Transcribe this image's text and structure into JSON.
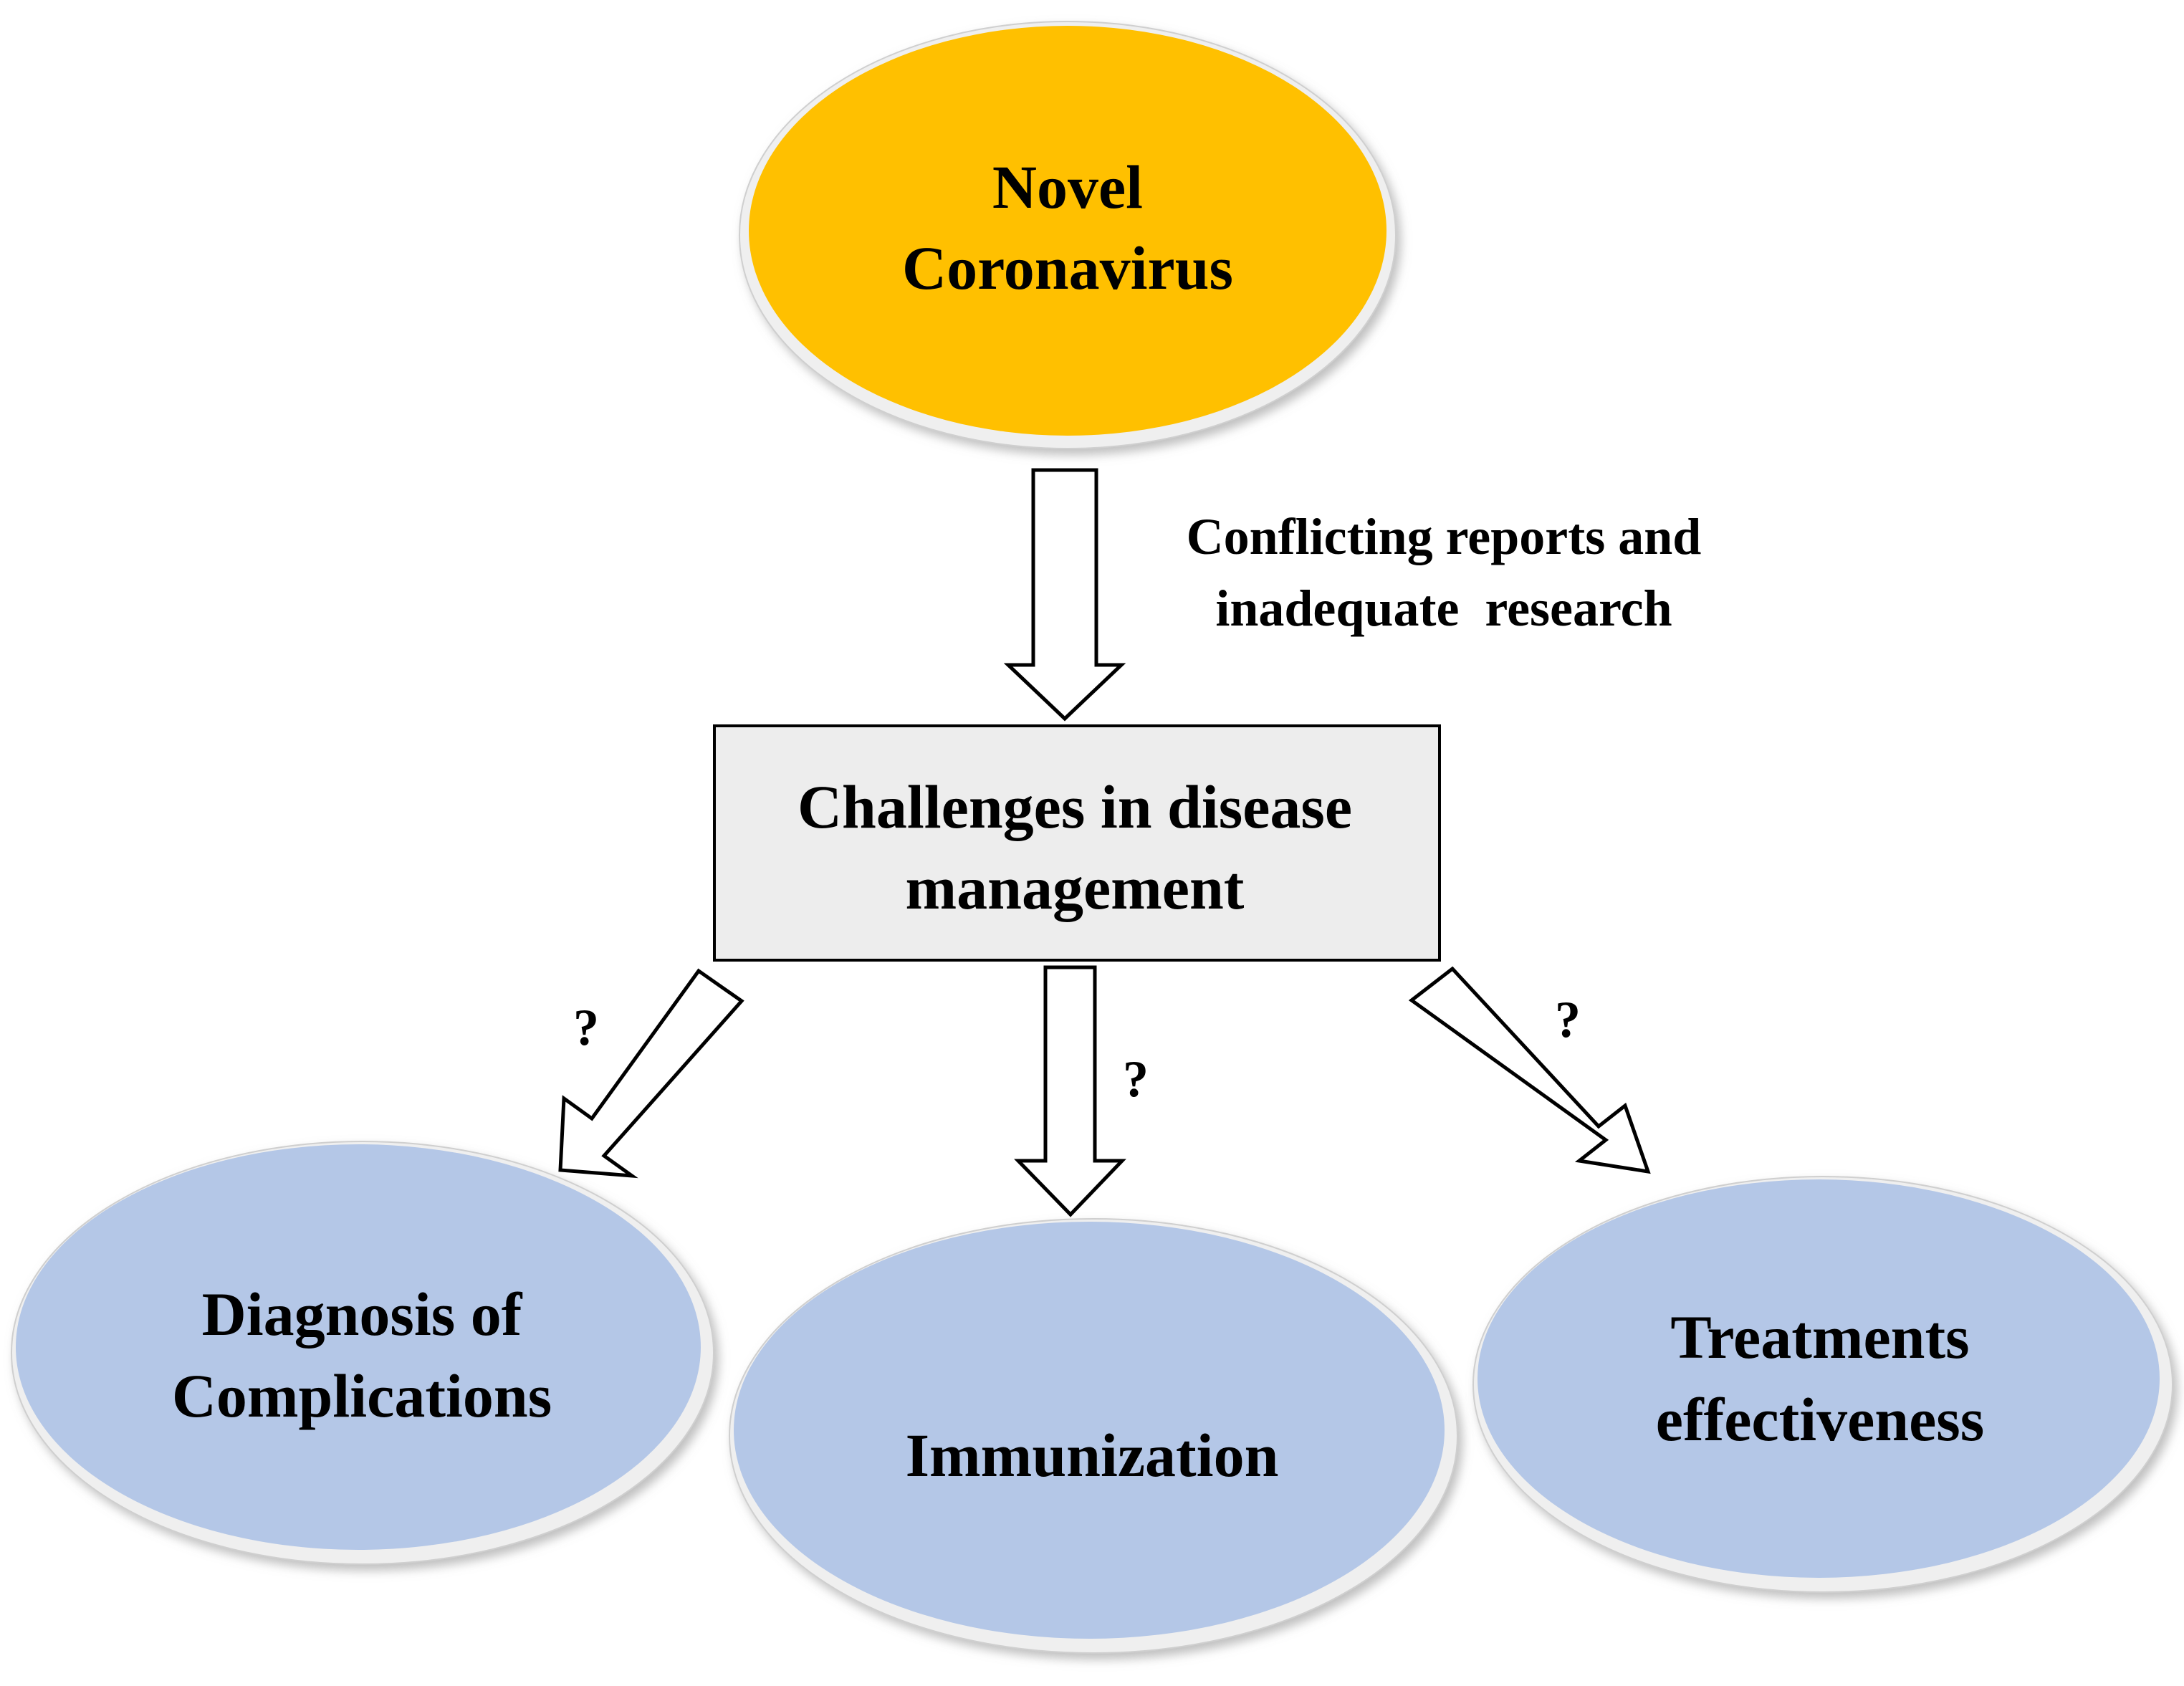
{
  "nodes": {
    "source": {
      "line1": "Novel",
      "line2": "Coronavirus"
    },
    "challenge": {
      "line1": "Challenges in disease",
      "line2": "management"
    },
    "diagnosis": {
      "line1": "Diagnosis of",
      "line2": "Complications"
    },
    "immunization": {
      "line1": "Immunization"
    },
    "treatment": {
      "line1": "Treatments",
      "line2": "effectiveness"
    }
  },
  "edges": {
    "main": {
      "line1": "Conflicting reports and",
      "line2": "inadequate  research"
    },
    "left": {
      "label": "?"
    },
    "center": {
      "label": "?"
    },
    "right": {
      "label": "?"
    }
  },
  "colors": {
    "source_fill": "#FFC000",
    "challenge_fill": "#EDEDED",
    "outcome_fill": "#B4C7E7",
    "ellipse_rim": "#EFEFEF",
    "arrow_fill": "#FFFFFF",
    "stroke": "#000000"
  }
}
